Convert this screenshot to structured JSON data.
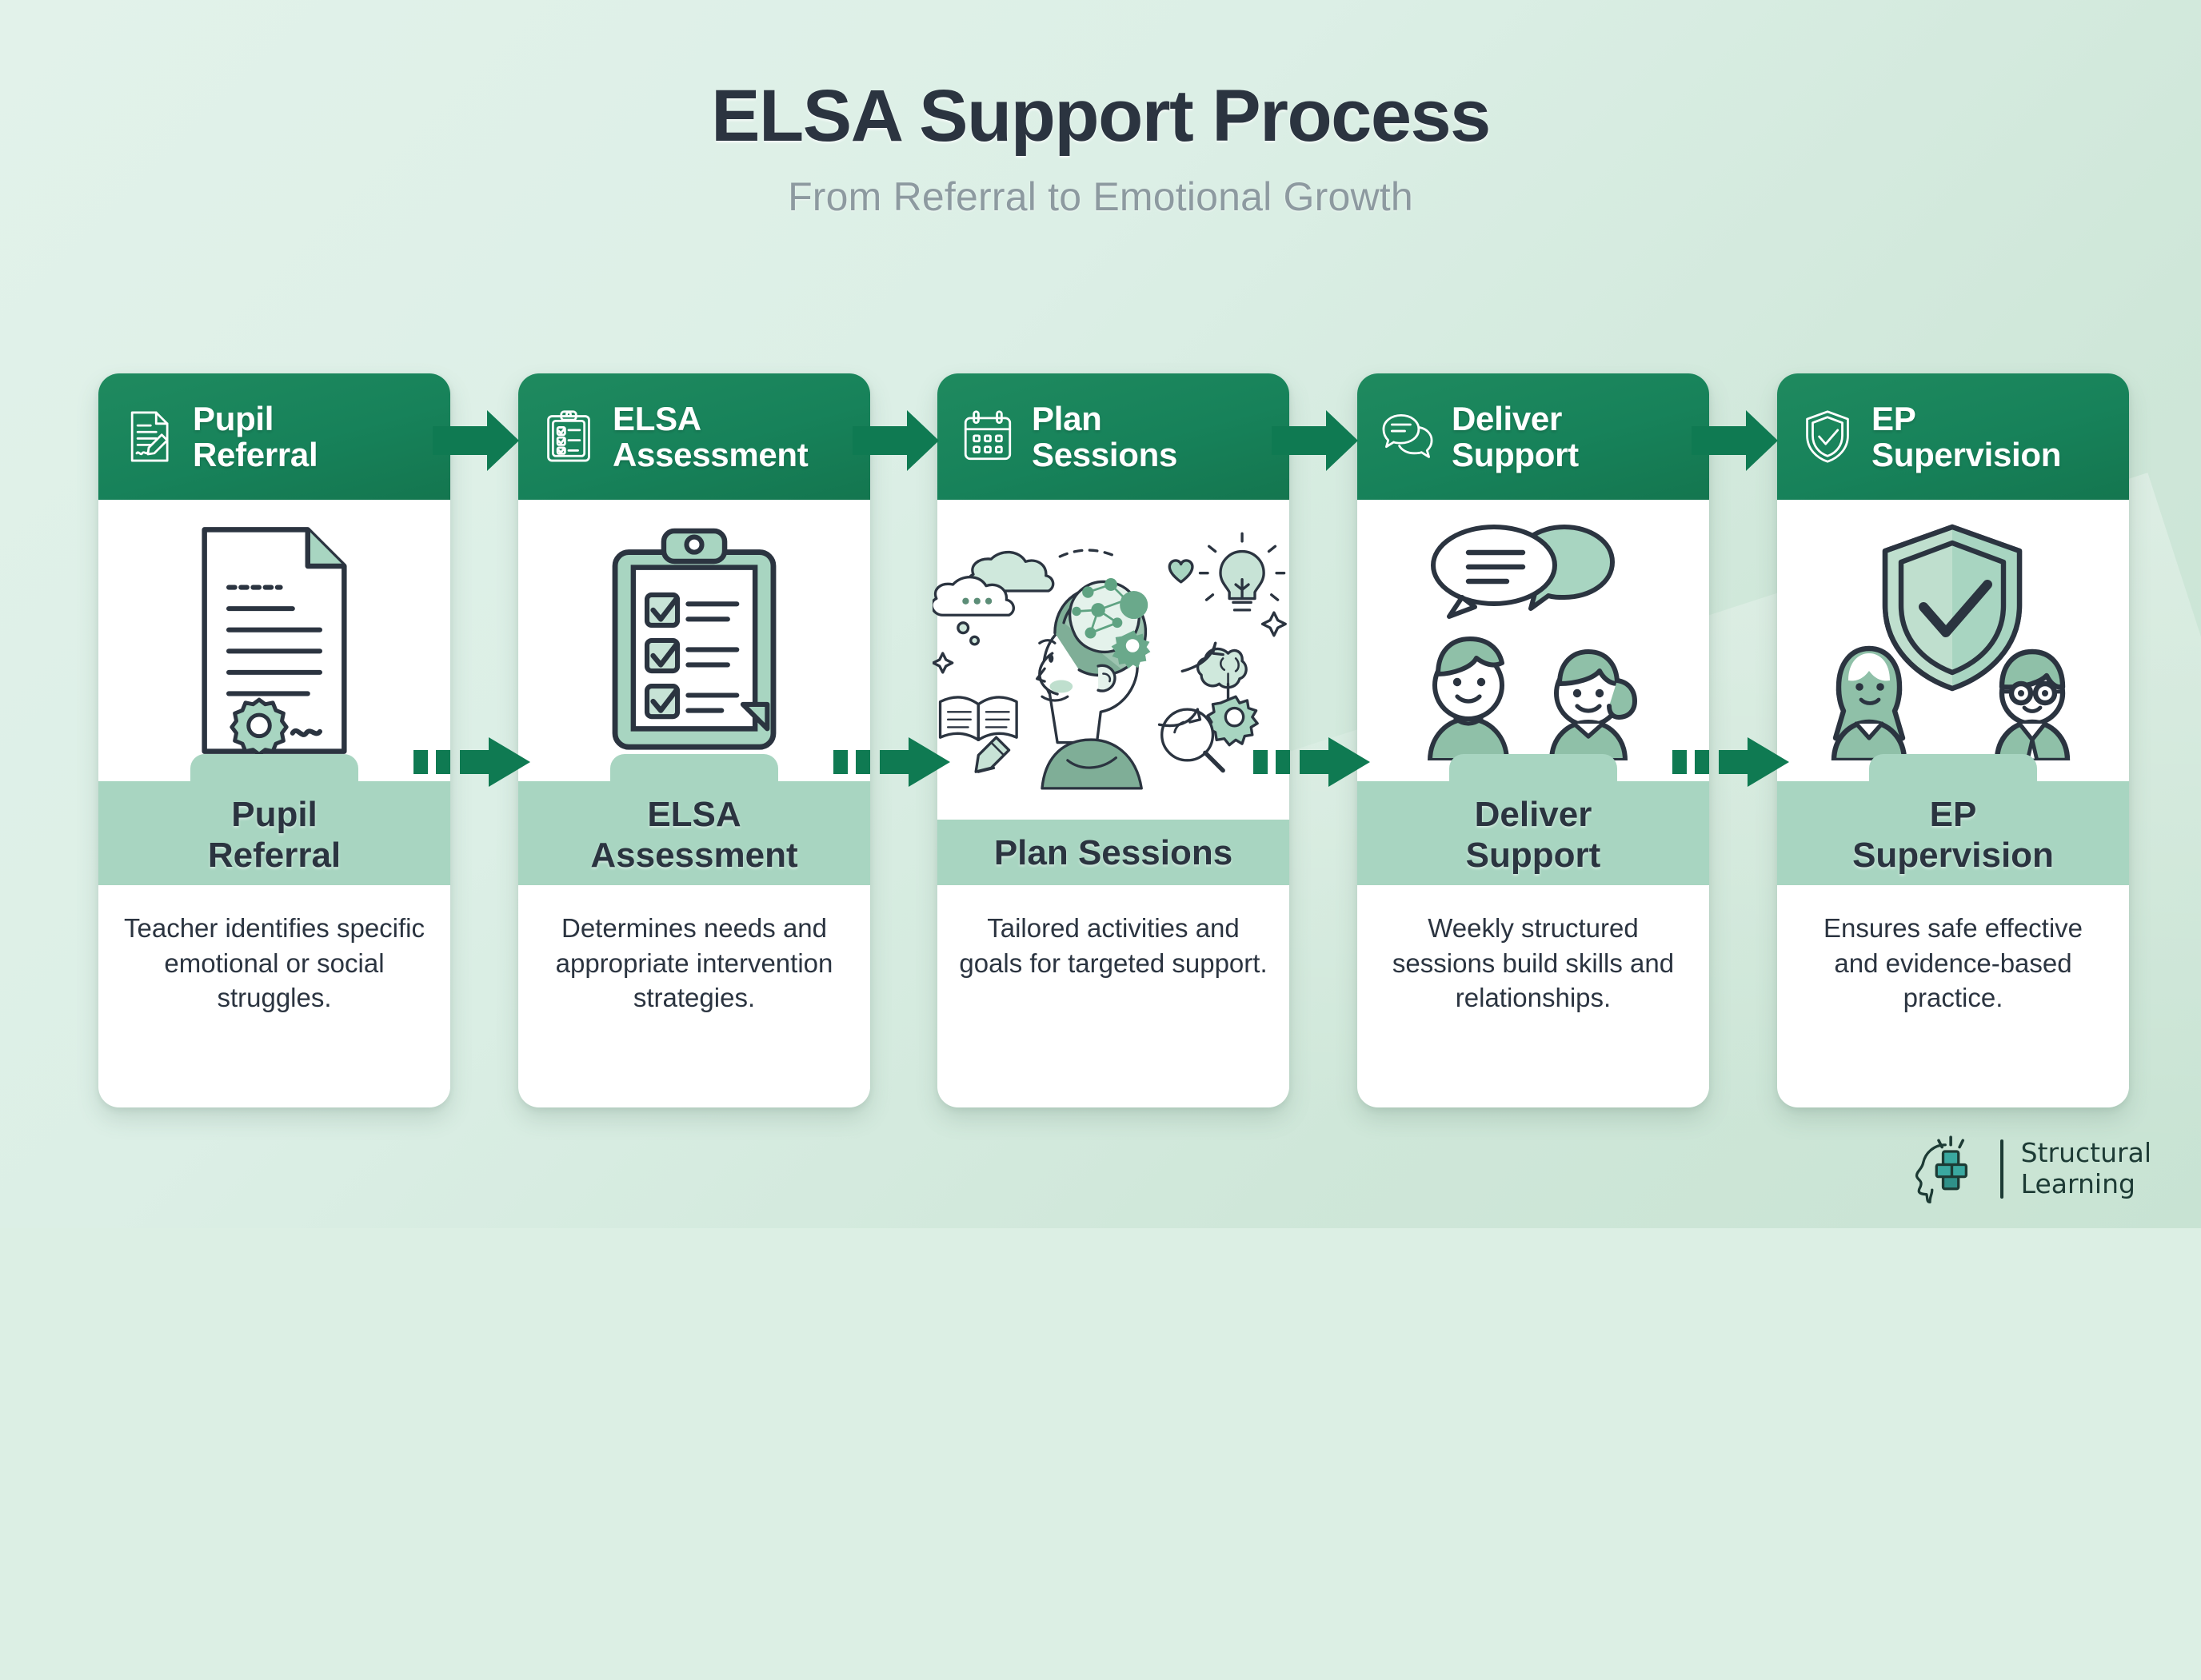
{
  "header": {
    "title": "ELSA Support Process",
    "subtitle": "From Referral to Emotional Growth"
  },
  "colors": {
    "header_green": "#17825a",
    "band_mint": "#a8d5c1",
    "background": "#dcefe6",
    "title_dark": "#2b3440",
    "subtitle_grey": "#8d9aa0",
    "arrow_green": "#0f7a52"
  },
  "steps": [
    {
      "head_icon": "document-pencil-icon",
      "head_title_line1": "Pupil",
      "head_title_line2": "Referral",
      "illustration": "certificate-document-illustration",
      "band_title_line1": "Pupil",
      "band_title_line2": "Referral",
      "description": "Teacher identifies specific emotional or social struggles."
    },
    {
      "head_icon": "clipboard-checklist-icon",
      "head_title_line1": "ELSA",
      "head_title_line2": "Assessment",
      "illustration": "clipboard-checklist-illustration",
      "band_title_line1": "ELSA",
      "band_title_line2": "Assessment",
      "description": "Determines needs and appropriate intervention strategies."
    },
    {
      "head_icon": "calendar-icon",
      "head_title_line1": "Plan",
      "head_title_line2": "Sessions",
      "illustration": "child-brain-ideas-illustration",
      "band_title_line1": "Plan Sessions",
      "band_title_line2": "",
      "description": "Tailored activities and goals for targeted support."
    },
    {
      "head_icon": "speech-bubbles-icon",
      "head_title_line1": "Deliver",
      "head_title_line2": "Support",
      "illustration": "two-children-speech-illustration",
      "band_title_line1": "Deliver",
      "band_title_line2": "Support",
      "description": "Weekly structured sessions build skills and relationships."
    },
    {
      "head_icon": "shield-check-icon",
      "head_title_line1": "EP",
      "head_title_line2": "Supervision",
      "illustration": "shield-check-two-adults-illustration",
      "band_title_line1": "EP",
      "band_title_line2": "Supervision",
      "description": "Ensures safe effective and evidence-based practice."
    }
  ],
  "connectors": {
    "top_arrow_style": "solid-arrow",
    "bottom_arrow_style": "dashed-arrow",
    "count": 4
  },
  "logo": {
    "mark": "head-puzzle-icon",
    "line1": "Structural",
    "line2": "Learning"
  }
}
